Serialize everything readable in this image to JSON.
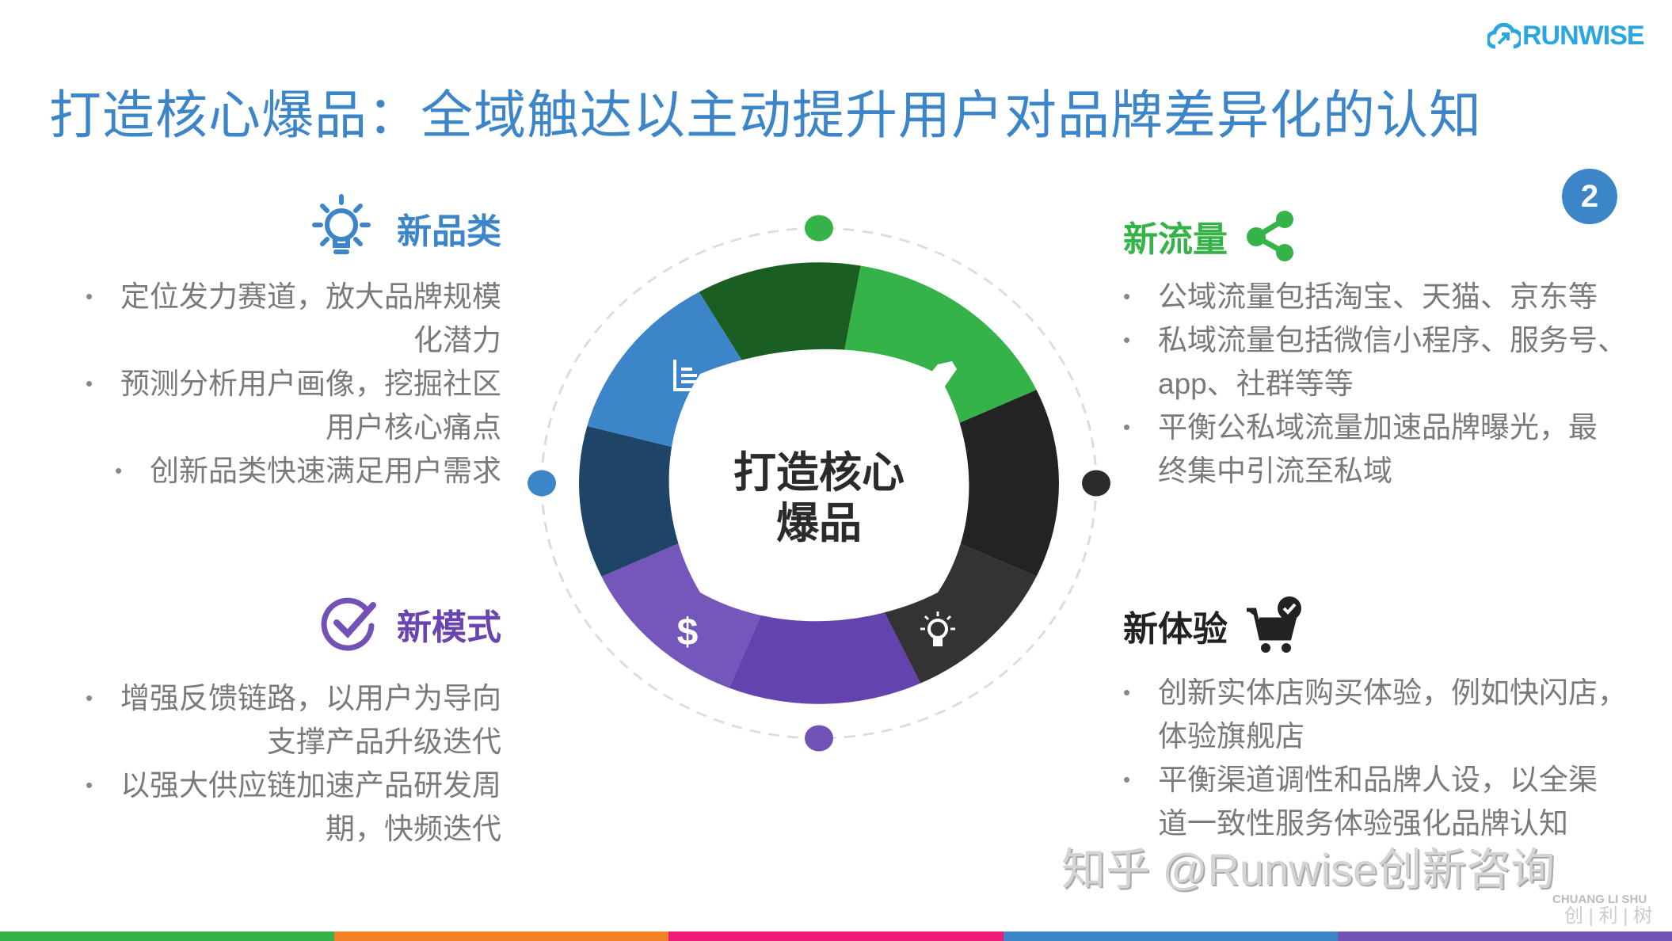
{
  "logo": {
    "text": "RUNWISE"
  },
  "title": "打造核心爆品：全域触达以主动提升用户对品牌差异化的认知",
  "badge": "2",
  "center": {
    "line1": "打造核心",
    "line2": "爆品"
  },
  "sections": {
    "new_category": {
      "heading": "新品类",
      "icon": "lightbulb-icon",
      "color": "#3d85c9",
      "items": [
        [
          "定位发力赛道，放大品牌规模",
          "化潜力"
        ],
        [
          "预测分析用户画像，挖掘社区",
          "用户核心痛点"
        ],
        [
          "创新品类快速满足用户需求"
        ]
      ]
    },
    "new_model": {
      "heading": "新模式",
      "icon": "check-circle-icon",
      "color": "#6a45b0",
      "items": [
        [
          "增强反馈链路，以用户为导向",
          "支撑产品升级迭代"
        ],
        [
          "以强大供应链加速产品研发周",
          "期，快频迭代"
        ]
      ]
    },
    "new_traffic": {
      "heading": "新流量",
      "icon": "share-icon",
      "color": "#35b348",
      "items": [
        [
          "公域流量包括淘宝、天猫、京东等"
        ],
        [
          "私域流量包括微信小程序、服务号、",
          "app、社群等等"
        ],
        [
          "平衡公私域流量加速品牌曝光，最",
          "终集中引流至私域"
        ]
      ]
    },
    "new_experience": {
      "heading": "新体验",
      "icon": "shopping-cart-check-icon",
      "color": "#222222",
      "items": [
        [
          "创新实体店购买体验，例如快闪店，",
          "体验旗舰店"
        ],
        [
          "平衡渠道调性和品牌人设，以全渠",
          "道一致性服务体验强化品牌认知"
        ]
      ]
    }
  },
  "bullet": "•",
  "watermark": {
    "text": "知乎 @Runwise创新咨询",
    "sub1": "CHUANG LI SHU",
    "sub2": "创 | 利 | 树"
  },
  "colors": {
    "green": "#35b348",
    "orange": "#f28026",
    "pink": "#ee1c74",
    "blue": "#3d85c9",
    "purple": "#7352b8"
  }
}
